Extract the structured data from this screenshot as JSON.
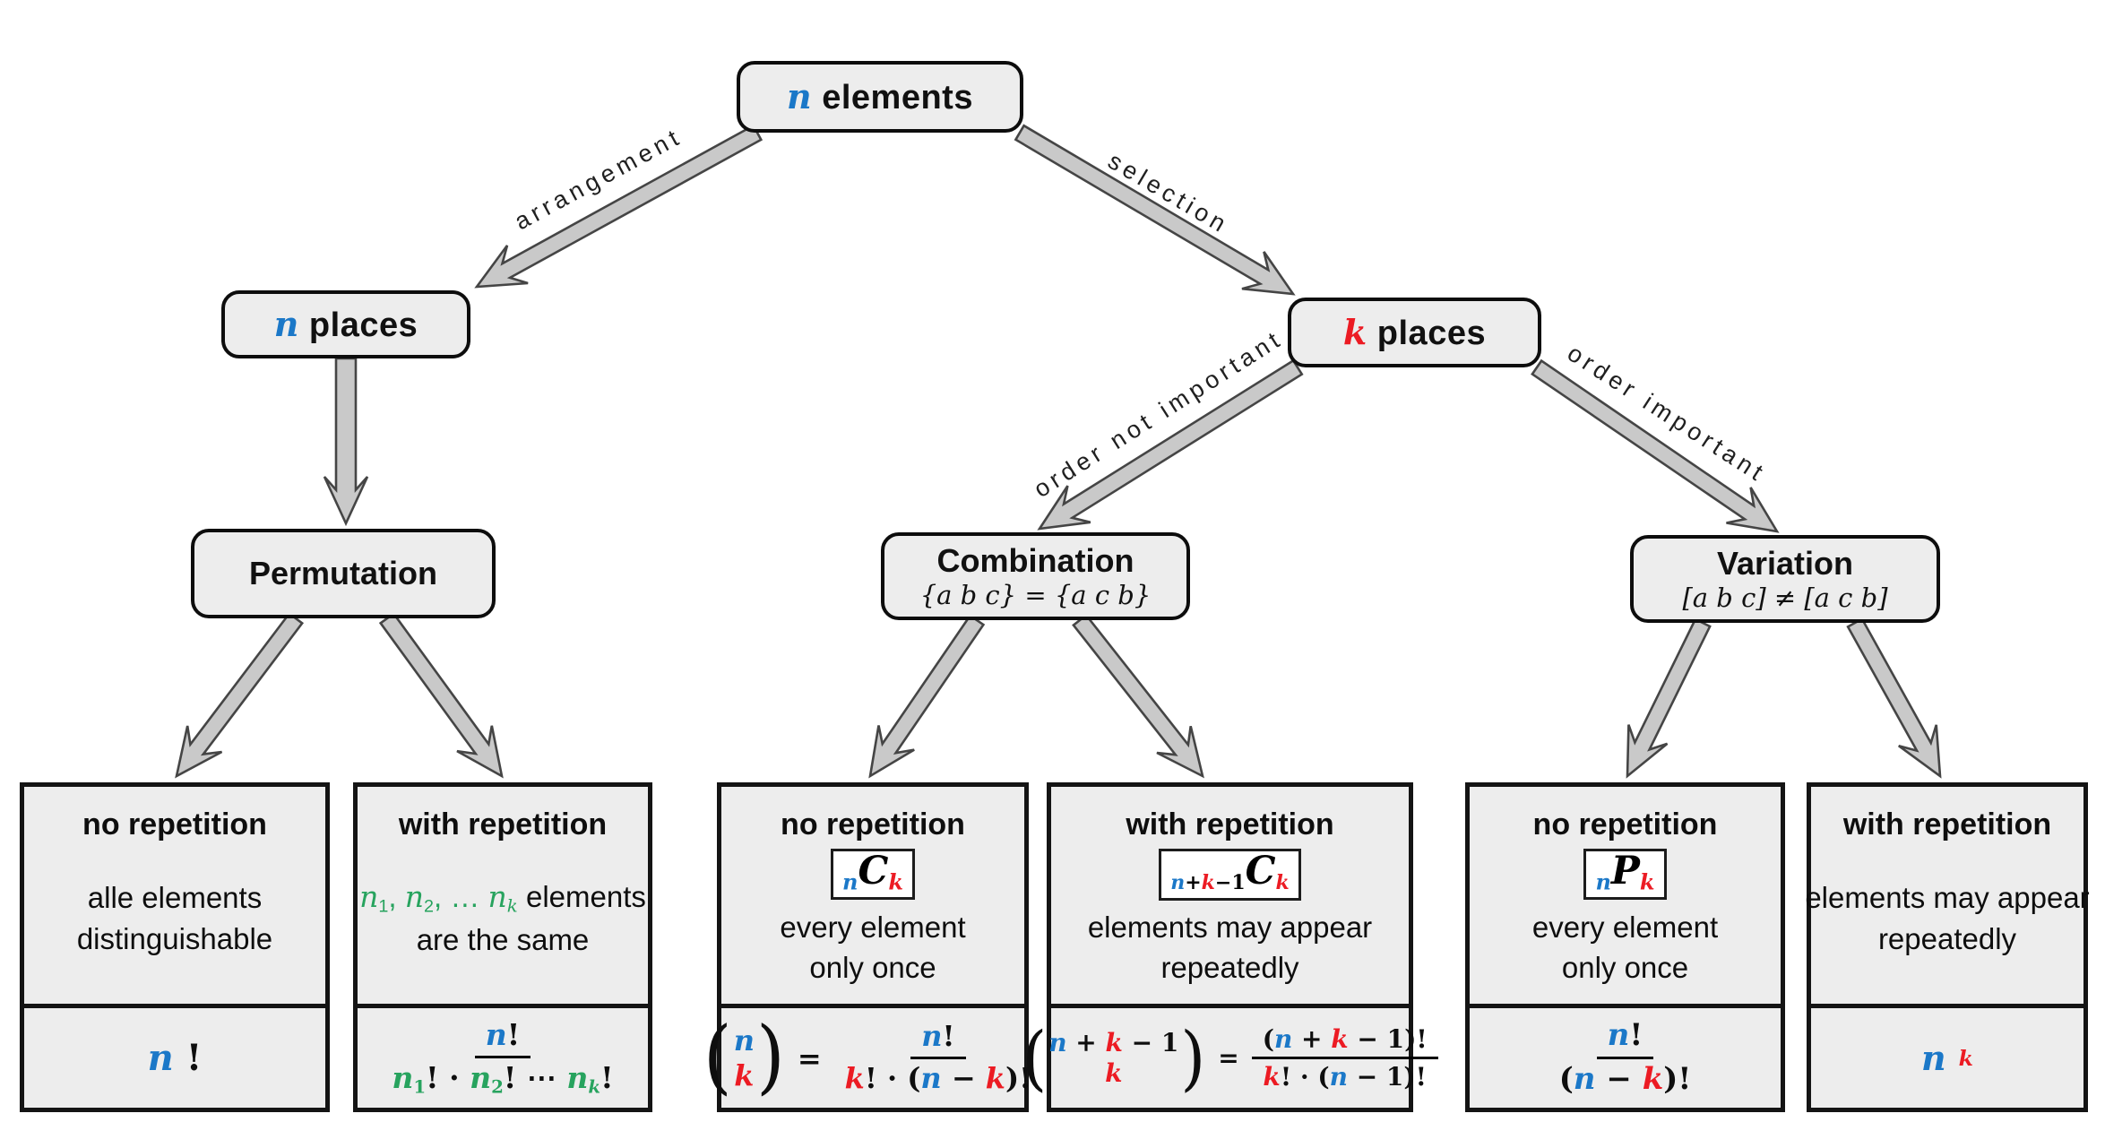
{
  "colors": {
    "blue": "#1b78c8",
    "red": "#ec1b23",
    "green": "#27a35e",
    "boxFill": "#ededed",
    "arrowFill": "#c9c9c9",
    "arrowStroke": "#454545"
  },
  "nodes": {
    "root": {
      "tokens": [
        {
          "t": "n",
          "c": "blue",
          "i": 1
        },
        {
          "t": " elements",
          "sans": 1
        }
      ]
    },
    "n_places": {
      "tokens": [
        {
          "t": "n",
          "c": "blue",
          "i": 1
        },
        {
          "t": " places",
          "sans": 1
        }
      ]
    },
    "k_places": {
      "tokens": [
        {
          "t": "k",
          "c": "red",
          "i": 1
        },
        {
          "t": " places",
          "sans": 1
        }
      ]
    },
    "permutation": {
      "title": "Permutation"
    },
    "combination": {
      "title": "Combination",
      "subtitle": "{a b c} = {a c b}"
    },
    "variation": {
      "title": "Variation",
      "subtitle": "[a b c] ≠ [a c b]"
    }
  },
  "edge_labels": {
    "arrangement": "arrangement",
    "selection": "selection",
    "order_not_important": "order not important",
    "order_important": "order important"
  },
  "leaves": [
    {
      "id": "perm-no-rep",
      "title": "no repetition",
      "desc": [
        [
          {
            "t": "alle elements"
          }
        ],
        [
          {
            "t": "distinguishable"
          }
        ]
      ],
      "formula": {
        "type": "plain",
        "tokens": [
          {
            "t": "n",
            "c": "blue",
            "i": 1
          },
          {
            "t": "!"
          }
        ]
      }
    },
    {
      "id": "perm-with-rep",
      "title": "with repetition",
      "desc": [
        [
          {
            "t": "n",
            "c": "green",
            "i": 1
          },
          {
            "t": "1",
            "c": "green",
            "sub": 1
          },
          {
            "t": ", ",
            "c": "green"
          },
          {
            "t": "n",
            "c": "green",
            "i": 1
          },
          {
            "t": "2",
            "c": "green",
            "sub": 1
          },
          {
            "t": ", … ",
            "c": "green"
          },
          {
            "t": "n",
            "c": "green",
            "i": 1
          },
          {
            "t": "k",
            "c": "green",
            "sub": 1,
            "i": 1
          },
          {
            "t": " elements"
          }
        ],
        [
          {
            "t": "are the same"
          }
        ]
      ],
      "formula": {
        "type": "frac",
        "num": [
          {
            "t": "n",
            "c": "blue",
            "i": 1
          },
          {
            "t": "!"
          }
        ],
        "den": [
          {
            "t": "n",
            "c": "green",
            "i": 1
          },
          {
            "t": "1",
            "c": "green",
            "sub": 1
          },
          {
            "t": "! · "
          },
          {
            "t": "n",
            "c": "green",
            "i": 1
          },
          {
            "t": "2",
            "c": "green",
            "sub": 1
          },
          {
            "t": "! ⋯ "
          },
          {
            "t": "n",
            "c": "green",
            "i": 1
          },
          {
            "t": "k",
            "c": "green",
            "sub": 1,
            "i": 1
          },
          {
            "t": "!"
          }
        ]
      }
    },
    {
      "id": "comb-no-rep",
      "title": "no repetition",
      "badge": [
        {
          "t": "n",
          "c": "blue",
          "sub": 1,
          "i": 1
        },
        {
          "t": "C",
          "i": 1,
          "big": 1
        },
        {
          "t": "k",
          "c": "red",
          "sub": 1,
          "i": 1
        }
      ],
      "desc": [
        [
          {
            "t": "every element"
          }
        ],
        [
          {
            "t": "only once"
          }
        ]
      ],
      "formula": {
        "type": "binom",
        "top": [
          {
            "t": "n",
            "c": "blue",
            "i": 1
          }
        ],
        "bot": [
          {
            "t": "k",
            "c": "red",
            "i": 1
          }
        ],
        "num": [
          {
            "t": "n",
            "c": "blue",
            "i": 1
          },
          {
            "t": "!"
          }
        ],
        "den": [
          {
            "t": "k",
            "c": "red",
            "i": 1
          },
          {
            "t": "! · ("
          },
          {
            "t": "n",
            "c": "blue",
            "i": 1
          },
          {
            "t": " − "
          },
          {
            "t": "k",
            "c": "red",
            "i": 1
          },
          {
            "t": ")!"
          }
        ]
      }
    },
    {
      "id": "comb-with-rep",
      "title": "with repetition",
      "badge": [
        {
          "t": "n",
          "c": "blue",
          "sub": 1,
          "i": 1
        },
        {
          "t": "+",
          "sub": 1
        },
        {
          "t": "k",
          "c": "red",
          "sub": 1,
          "i": 1
        },
        {
          "t": "−1",
          "sub": 1
        },
        {
          "t": "C",
          "i": 1,
          "big": 1
        },
        {
          "t": "k",
          "c": "red",
          "sub": 1,
          "i": 1
        }
      ],
      "desc": [
        [
          {
            "t": "elements may appear"
          }
        ],
        [
          {
            "t": "repeatedly"
          }
        ]
      ],
      "formula": {
        "type": "binom",
        "top": [
          {
            "t": "n",
            "c": "blue",
            "i": 1
          },
          {
            "t": " + "
          },
          {
            "t": "k",
            "c": "red",
            "i": 1
          },
          {
            "t": " − 1"
          }
        ],
        "bot": [
          {
            "t": "k",
            "c": "red",
            "i": 1
          }
        ],
        "num": [
          {
            "t": "("
          },
          {
            "t": "n",
            "c": "blue",
            "i": 1
          },
          {
            "t": " + "
          },
          {
            "t": "k",
            "c": "red",
            "i": 1
          },
          {
            "t": " − 1)!"
          }
        ],
        "den": [
          {
            "t": "k",
            "c": "red",
            "i": 1
          },
          {
            "t": "! · ("
          },
          {
            "t": "n",
            "c": "blue",
            "i": 1
          },
          {
            "t": " − 1)!"
          }
        ]
      }
    },
    {
      "id": "var-no-rep",
      "title": "no repetition",
      "badge": [
        {
          "t": "n",
          "c": "blue",
          "sub": 1,
          "i": 1
        },
        {
          "t": "P",
          "i": 1,
          "big": 1
        },
        {
          "t": "k",
          "c": "red",
          "sub": 1,
          "i": 1
        }
      ],
      "desc": [
        [
          {
            "t": "every element"
          }
        ],
        [
          {
            "t": "only once"
          }
        ]
      ],
      "formula": {
        "type": "frac",
        "num": [
          {
            "t": "n",
            "c": "blue",
            "i": 1
          },
          {
            "t": "!"
          }
        ],
        "den": [
          {
            "t": "("
          },
          {
            "t": "n",
            "c": "blue",
            "i": 1
          },
          {
            "t": " − "
          },
          {
            "t": "k",
            "c": "red",
            "i": 1
          },
          {
            "t": ")!"
          }
        ]
      }
    },
    {
      "id": "var-with-rep",
      "title": "with repetition",
      "desc": [
        [
          {
            "t": "elements may appear"
          }
        ],
        [
          {
            "t": "repeatedly"
          }
        ]
      ],
      "formula": {
        "type": "plain",
        "tokens": [
          {
            "t": "n",
            "c": "blue",
            "i": 1
          },
          {
            "t": "k",
            "c": "red",
            "sup": 1,
            "i": 1
          }
        ]
      }
    }
  ]
}
